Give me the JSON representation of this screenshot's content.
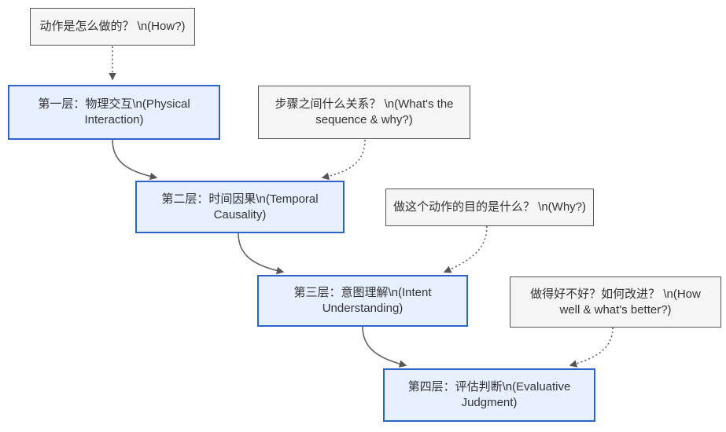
{
  "diagram": {
    "type": "flowchart",
    "direction": "top-down",
    "colors": {
      "background": "#ffffff",
      "layer_fill": "#e7f0fe",
      "layer_border": "#2d64c8",
      "question_fill": "#f5f5f5",
      "question_border": "#565656",
      "text": "#333333",
      "arrow": "#636363"
    },
    "nodes": [
      {
        "id": "q1",
        "kind": "question",
        "label": "动作是怎么做的？ \\n(How?)",
        "lines": [
          "动作是怎么做的？ \\n(How?)"
        ]
      },
      {
        "id": "L1",
        "kind": "layer",
        "label": "第一层：物理交互\\n(Physical Interaction)",
        "lines": [
          "第一层：物理交互\\n(Physical",
          "Interaction)"
        ]
      },
      {
        "id": "q2",
        "kind": "question",
        "label": "步骤之间什么关系？ \\n(What's the sequence & why?)",
        "lines": [
          "步骤之间什么关系？ \\n(What's the",
          "sequence & why?)"
        ]
      },
      {
        "id": "L2",
        "kind": "layer",
        "label": "第二层：时间因果\\n(Temporal Causality)",
        "lines": [
          "第二层：时间因果\\n(Temporal",
          "Causality)"
        ]
      },
      {
        "id": "q3",
        "kind": "question",
        "label": "做这个动作的目的是什么？ \\n(Why?)",
        "lines": [
          "做这个动作的目的是什么？ \\n(Why?)"
        ]
      },
      {
        "id": "L3",
        "kind": "layer",
        "label": "第三层：意图理解\\n(Intent Understanding)",
        "lines": [
          "第三层：意图理解\\n(Intent",
          "Understanding)"
        ]
      },
      {
        "id": "q4",
        "kind": "question",
        "label": "做得好不好？如何改进？ \\n(How well & what's better?)",
        "lines": [
          "做得好不好？如何改进？ \\n(How",
          "well & what's better?)"
        ]
      },
      {
        "id": "L4",
        "kind": "layer",
        "label": "第四层：评估判断\\n(Evaluative Judgment)",
        "lines": [
          "第四层：评估判断\\n(Evaluative",
          "Judgment)"
        ]
      }
    ],
    "edges": [
      {
        "from": "q1",
        "to": "L1",
        "style": "dotted"
      },
      {
        "from": "L1",
        "to": "L2",
        "style": "solid"
      },
      {
        "from": "q2",
        "to": "L2",
        "style": "dotted"
      },
      {
        "from": "L2",
        "to": "L3",
        "style": "solid"
      },
      {
        "from": "q3",
        "to": "L3",
        "style": "dotted"
      },
      {
        "from": "L3",
        "to": "L4",
        "style": "solid"
      },
      {
        "from": "q4",
        "to": "L4",
        "style": "dotted"
      }
    ]
  }
}
